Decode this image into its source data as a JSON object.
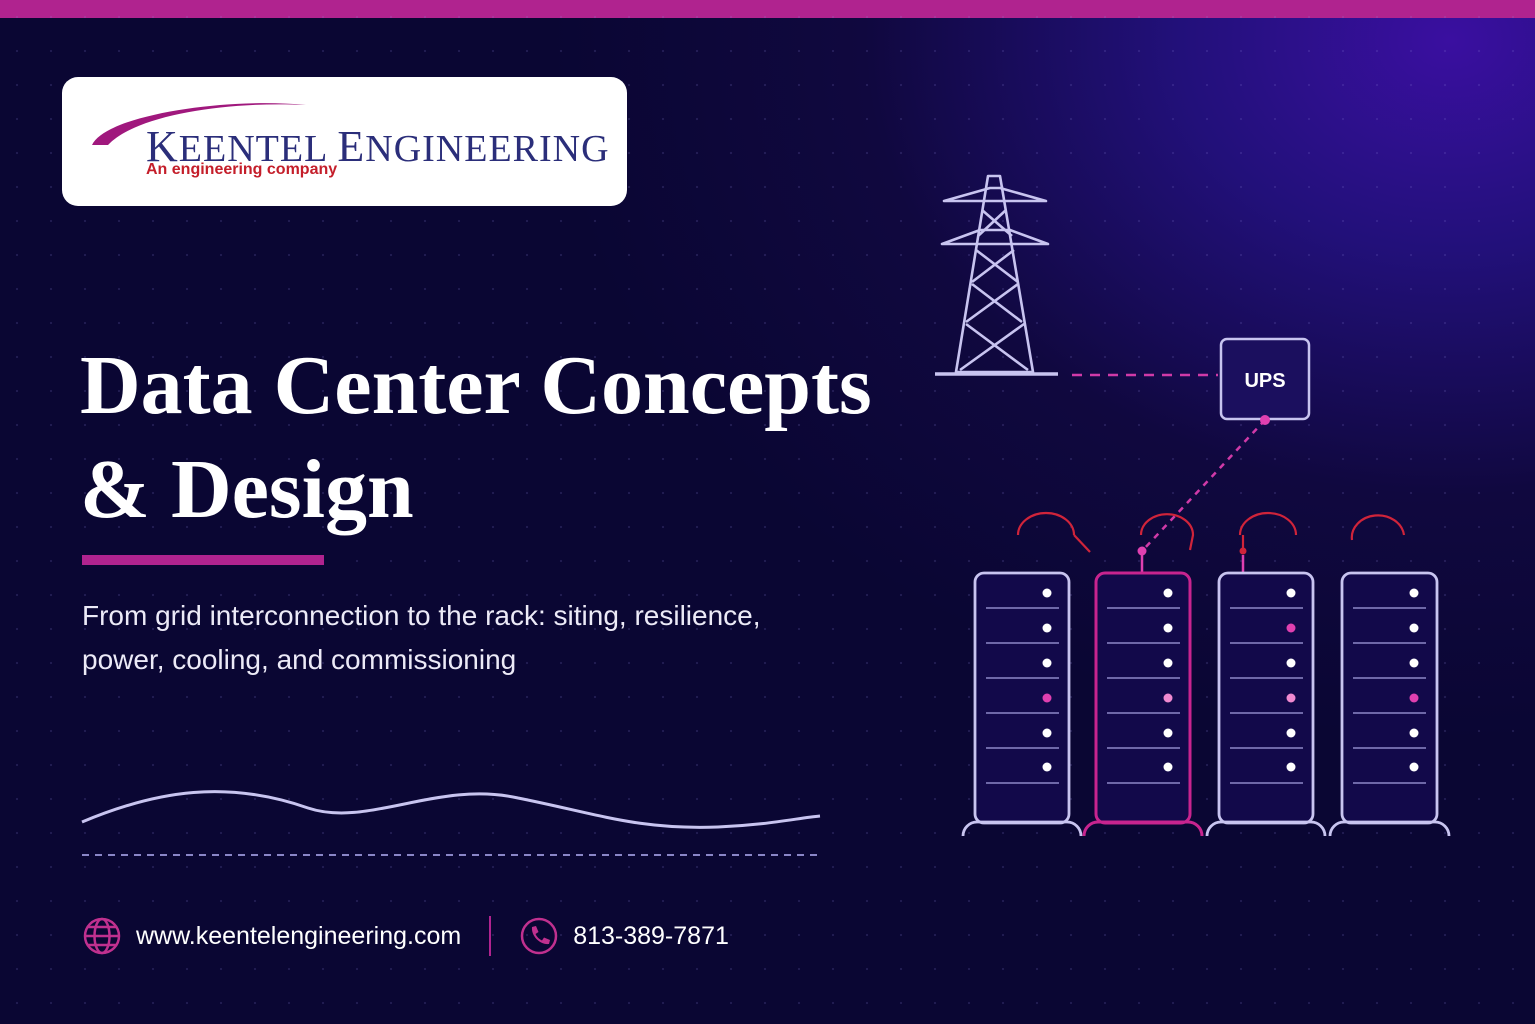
{
  "colors": {
    "accent": "#b0238f",
    "magenta_dot": "#e040b0",
    "line_light": "#c8c4f0",
    "logo_blue": "#2b2e7a",
    "logo_red": "#c41e2a"
  },
  "logo": {
    "name": "Keentel Engineering",
    "tagline": "An engineering company"
  },
  "hero": {
    "title_line1": "Data Center Concepts",
    "title_line2": "& Design",
    "subtitle_line1": "From grid interconnection to the rack: siting, resilience,",
    "subtitle_line2": "power, cooling, and commissioning"
  },
  "illustration": {
    "ups_label": "UPS",
    "icons": [
      "transmission-tower-icon",
      "ups-box-icon",
      "server-rack-icon"
    ]
  },
  "contact": {
    "website": "www.keentelengineering.com",
    "phone": "813-389-7871",
    "website_icon": "globe-icon",
    "phone_icon": "phone-icon"
  }
}
